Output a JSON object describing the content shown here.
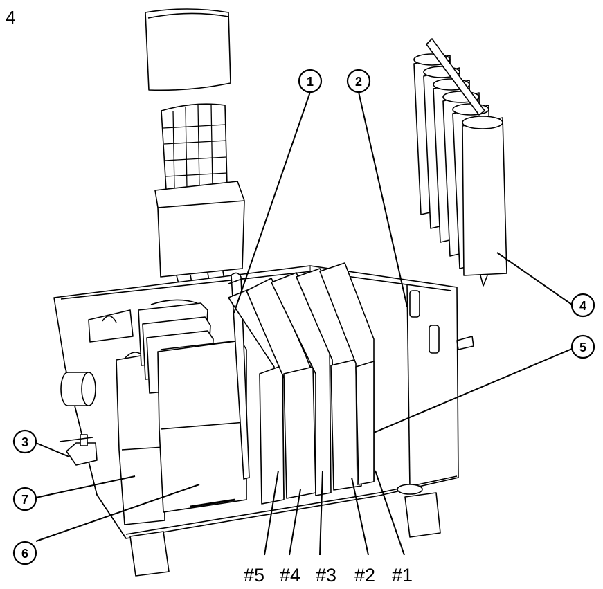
{
  "figure": {
    "number": "4",
    "line_color": "#000000",
    "background": "#ffffff"
  },
  "callouts": [
    {
      "id": "1",
      "label": "1"
    },
    {
      "id": "2",
      "label": "2"
    },
    {
      "id": "3",
      "label": "3"
    },
    {
      "id": "4",
      "label": "4"
    },
    {
      "id": "5",
      "label": "5"
    },
    {
      "id": "6",
      "label": "6"
    },
    {
      "id": "7",
      "label": "7"
    }
  ],
  "chambers": [
    {
      "label": "#5"
    },
    {
      "label": "#4"
    },
    {
      "label": "#3"
    },
    {
      "label": "#2"
    },
    {
      "label": "#1"
    }
  ]
}
